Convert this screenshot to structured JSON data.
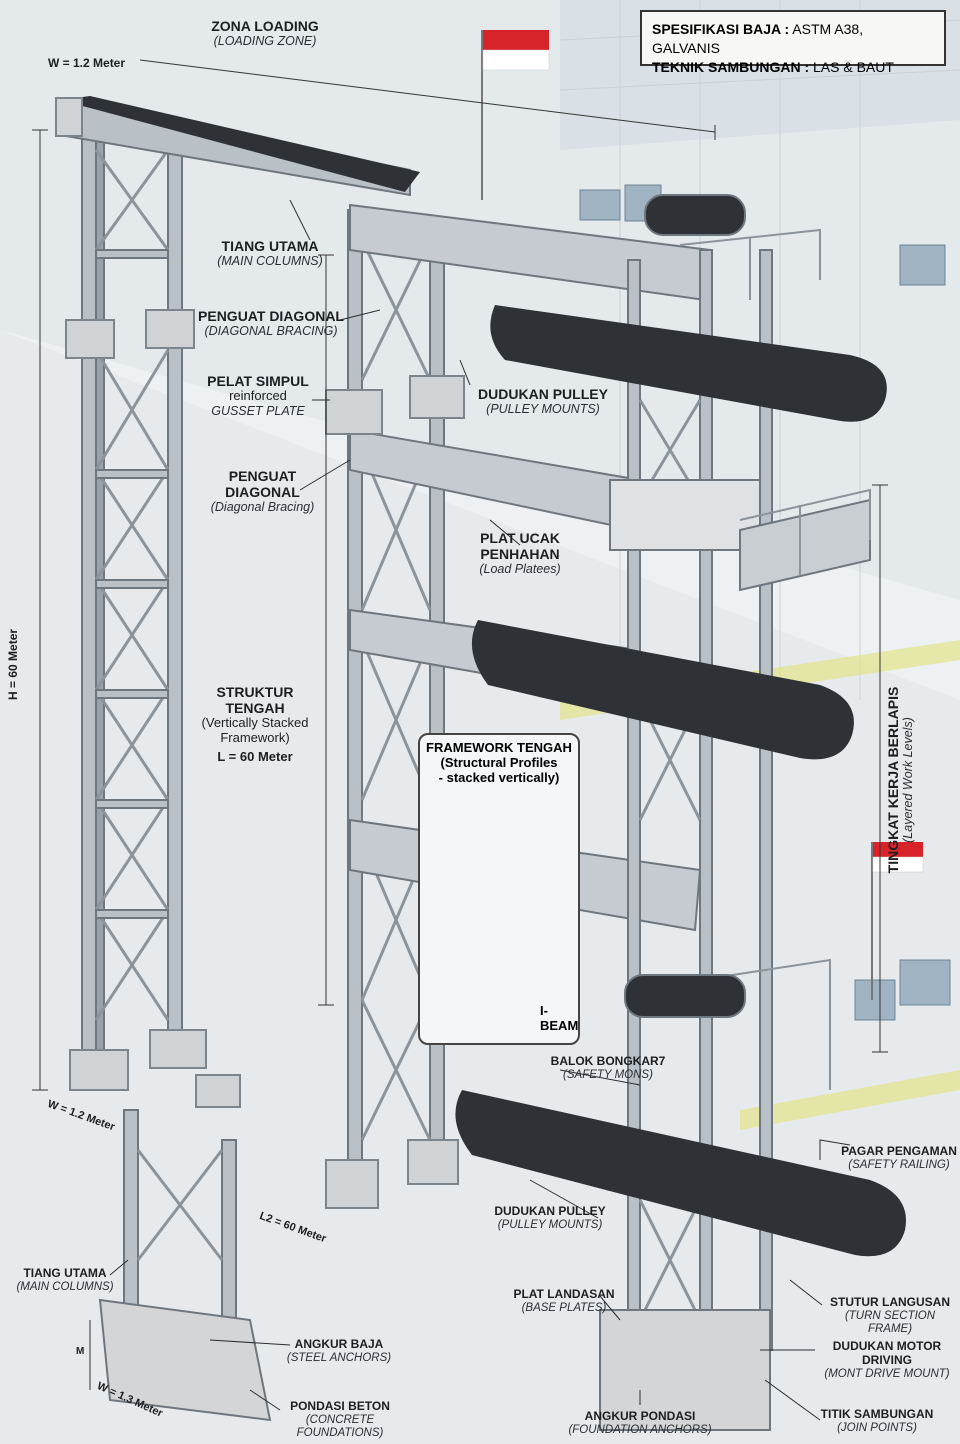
{
  "spec": {
    "line1_label": "SPESIFIKASI BAJA :",
    "line1_value": "ASTM A38, GALVANIS",
    "line2_label": "TEKNIK SAMBUNGAN :",
    "line2_value": "LAS & BAUT"
  },
  "labels": {
    "zona_loading": {
      "title": "ZONA LOADING",
      "sub": "(LOADING ZONE)"
    },
    "tiang_utama_top": {
      "title": "TIANG UTAMA",
      "sub": "(MAIN COLUMNS)"
    },
    "penguat_diagonal_top": {
      "title": "PENGUAT DIAGONAL",
      "sub": "(DIAGONAL BRACING)"
    },
    "pelat_simpul": {
      "title": "PELAT SIMPUL",
      "line2": "reinforced",
      "sub": "GUSSET PLATE"
    },
    "dudukan_pulley_top": {
      "title": "DUDUKAN PULLEY",
      "sub": "(PULLEY MOUNTS)"
    },
    "penguat_diagonal_mid": {
      "title1": "PENGUAT",
      "title2": "DIAGONAL",
      "sub": "(Diagonal Bracing)"
    },
    "plat_ucak": {
      "title1": "PLAT UCAK",
      "title2": "PENHAHAN",
      "sub": "(Load Platees)"
    },
    "struktur_tengah": {
      "title1": "STRUKTUR",
      "title2": "TENGAH",
      "sub1": "(Vertically Stacked",
      "sub2": "Framework)",
      "measure": "L = 60 Meter"
    },
    "tingkat_kerja": {
      "title": "TINGKAT KERJA BERLAPIS",
      "sub": "(Layered Work Levels)"
    },
    "balok_bongkar": {
      "title": "BALOK BONGKAR7",
      "sub": "(SAFETY MONS)"
    },
    "pagar_pengaman": {
      "title": "PAGAR PENGAMAN",
      "sub": "(SAFETY RAILING)"
    },
    "dudukan_pulley_bottom": {
      "title": "DUDUKAN PULLEY",
      "sub": "(PULLEY MOUNTS)"
    },
    "tiang_utama_bottom": {
      "title": "TIANG UTAMA",
      "sub": "(MAIN COLUMNS)"
    },
    "plat_landasan": {
      "title": "PLAT LANDASAN",
      "sub": "(BASE PLATES)"
    },
    "stutur_langusan": {
      "title": "STUTUR LANGUSAN",
      "sub": "(TURN SECTION FRAME)"
    },
    "angkur_baja": {
      "title": "ANGKUR BAJA",
      "sub": "(STEEL ANCHORS)"
    },
    "dudukan_motor": {
      "title": "DUDUKAN MOTOR DRIVING",
      "sub": "(MONT DRIVE MOUNT)"
    },
    "pondasi_beton": {
      "title": "PONDASI BETON",
      "sub": "(CONCRETE FOUNDATIONS)"
    },
    "angkur_pondasi": {
      "title": "ANGKUR PONDASI",
      "sub": "(FOUNDATION ANCHORS)"
    },
    "titik_sambungan": {
      "title": "TITIK SAMBUNGAN",
      "sub": "(JOIN POINTS)"
    }
  },
  "dimensions": {
    "w_top": "W = 1.2 Meter",
    "h_left": "H = 60 Meter",
    "w_base": "W = 1.2 Meter",
    "l2": "L2 = 60 Meter",
    "w_small": "W = 1.3 Meter",
    "m_small": "M"
  },
  "inset": {
    "title1": "FRAMEWORK TENGAH",
    "title2": "(Structural Profiles",
    "title3": "- stacked vertically)",
    "beam_label": "I-BEAM"
  },
  "colors": {
    "steel": "#b9c0c6",
    "steel_dark": "#6f777e",
    "belt": "#2e3236",
    "concrete": "#d3d5d6",
    "flag_red": "#d8232a",
    "floor_stripe": "#e2e48a"
  }
}
